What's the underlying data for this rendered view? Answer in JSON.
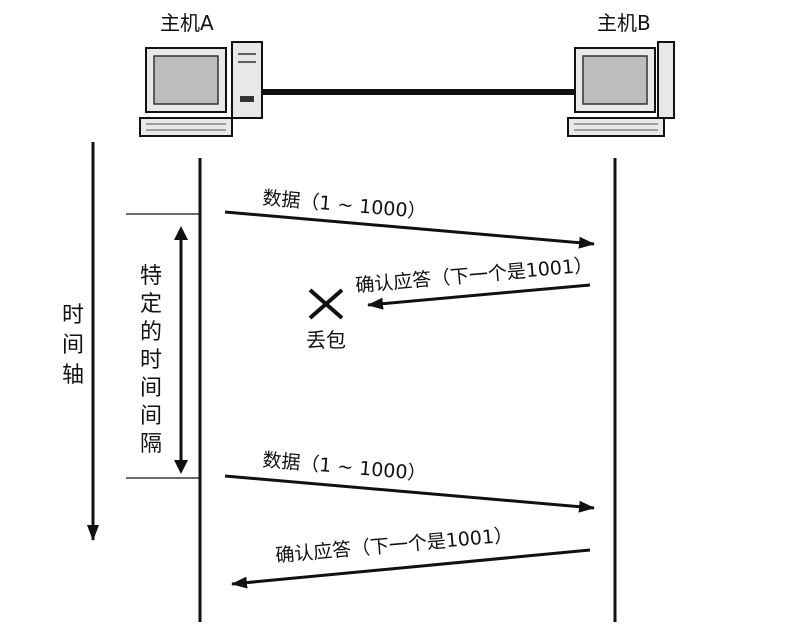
{
  "hosts": {
    "a_label": "主机A",
    "b_label": "主机B"
  },
  "time_axis": {
    "label_chars": [
      "时",
      "间",
      "轴"
    ]
  },
  "interval": {
    "label_chars": [
      "特",
      "定",
      "的",
      "时",
      "间",
      "间",
      "隔"
    ]
  },
  "messages": {
    "data1": "数据（1 ~ 1000）",
    "ack1": "确认应答（下一个是1001）",
    "data2": "数据（1 ~ 1000）",
    "ack2": "确认应答（下一个是1001）"
  },
  "loss": {
    "label": "丢包"
  },
  "colors": {
    "line": "#111111",
    "computer_body": "#e8e8e8",
    "computer_screen": "#bdbdbd"
  }
}
